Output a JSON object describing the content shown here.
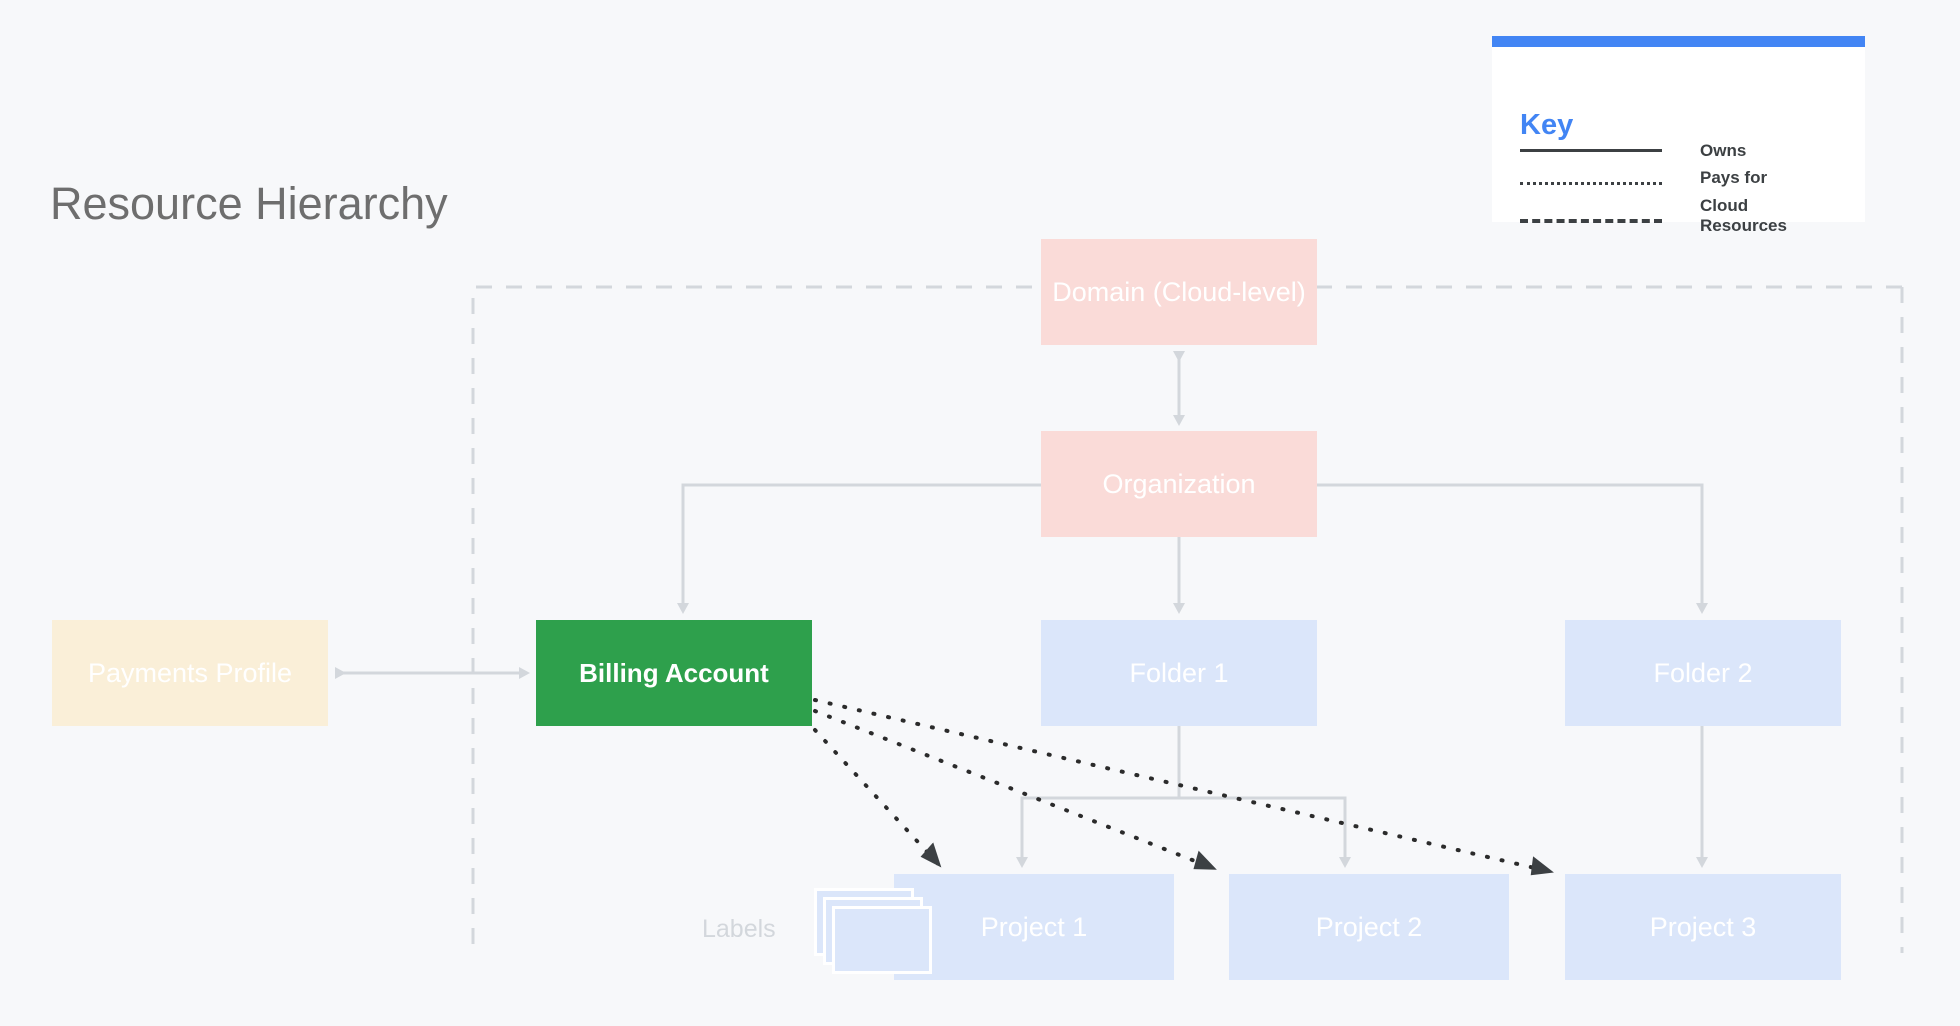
{
  "page": {
    "title": "Resource Hierarchy",
    "background_color": "#F7F8FA"
  },
  "legend": {
    "title": "Key",
    "accent_color": "#4285F4",
    "rows": [
      {
        "label": "Owns",
        "style": "solid"
      },
      {
        "label": "Pays for",
        "style": "dotted"
      },
      {
        "label": "Cloud Resources",
        "style": "dashed"
      }
    ]
  },
  "diagram": {
    "boundary_label": "Cloud Resources",
    "labels_caption": "Labels",
    "nodes": [
      {
        "id": "domain",
        "label": "Domain (Cloud-level)",
        "color": "#FADBD8"
      },
      {
        "id": "organization",
        "label": "Organization",
        "color": "#FADBD8"
      },
      {
        "id": "billing",
        "label": "Billing Account",
        "color": "#2EA04C"
      },
      {
        "id": "payments",
        "label": "Payments Profile",
        "color": "#FAEFD8"
      },
      {
        "id": "folder1",
        "label": "Folder 1",
        "color": "#DBE6FA"
      },
      {
        "id": "folder2",
        "label": "Folder 2",
        "color": "#DBE6FA"
      },
      {
        "id": "project1",
        "label": "Project 1",
        "color": "#DBE6FA"
      },
      {
        "id": "project2",
        "label": "Project 2",
        "color": "#DBE6FA"
      },
      {
        "id": "project3",
        "label": "Project 3",
        "color": "#DBE6FA"
      }
    ],
    "edges": [
      {
        "from": "organization",
        "to": "domain",
        "type": "owns",
        "bidirectional": true
      },
      {
        "from": "organization",
        "to": "billing",
        "type": "owns"
      },
      {
        "from": "organization",
        "to": "folder1",
        "type": "owns"
      },
      {
        "from": "organization",
        "to": "folder2",
        "type": "owns"
      },
      {
        "from": "payments",
        "to": "billing",
        "type": "owns",
        "bidirectional": true
      },
      {
        "from": "folder1",
        "to": "project1",
        "type": "owns"
      },
      {
        "from": "folder1",
        "to": "project2",
        "type": "owns"
      },
      {
        "from": "folder2",
        "to": "project3",
        "type": "owns"
      },
      {
        "from": "billing",
        "to": "project1",
        "type": "pays-for"
      },
      {
        "from": "billing",
        "to": "project2",
        "type": "pays-for"
      },
      {
        "from": "billing",
        "to": "project3",
        "type": "pays-for"
      }
    ]
  }
}
